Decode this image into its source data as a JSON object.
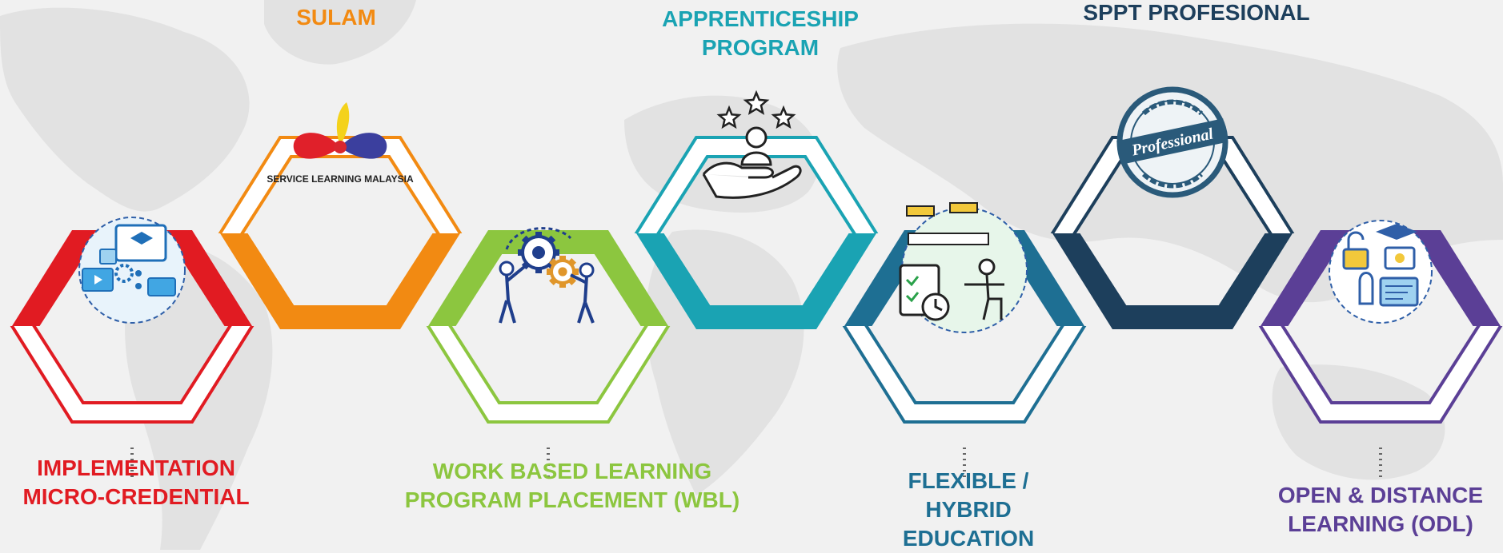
{
  "steps": [
    {
      "label": "IMPLEMENTATION\nMICRO-CREDENTIAL",
      "color": "#e11b22",
      "icon": "micro-credential-icon"
    },
    {
      "label": "SULAM",
      "color": "#f28a12",
      "icon": "service-learning-malaysia-logo",
      "logo_text": "SERVICE LEARNING MALAYSIA"
    },
    {
      "label": "WORK BASED LEARNING\nPROGRAM PLACEMENT (WBL)",
      "color": "#8cc63f",
      "icon": "gears-teamwork-icon"
    },
    {
      "label": "APPRENTICESHIP\nPROGRAM",
      "color": "#1aa3b3",
      "icon": "hand-with-stars-icon"
    },
    {
      "label": "FLEXIBLE /\nHYBRID\nEDUCATION",
      "color": "#1e6f93",
      "icon": "hybrid-classroom-icon"
    },
    {
      "label": "SPPT PROFESIONAL",
      "color": "#1d3f5c",
      "icon": "certified-professional-stamp",
      "stamp_text": "Professional"
    },
    {
      "label": "OPEN & DISTANCE\nLEARNING (ODL)",
      "color": "#5b3f96",
      "icon": "online-learning-icon"
    }
  ]
}
